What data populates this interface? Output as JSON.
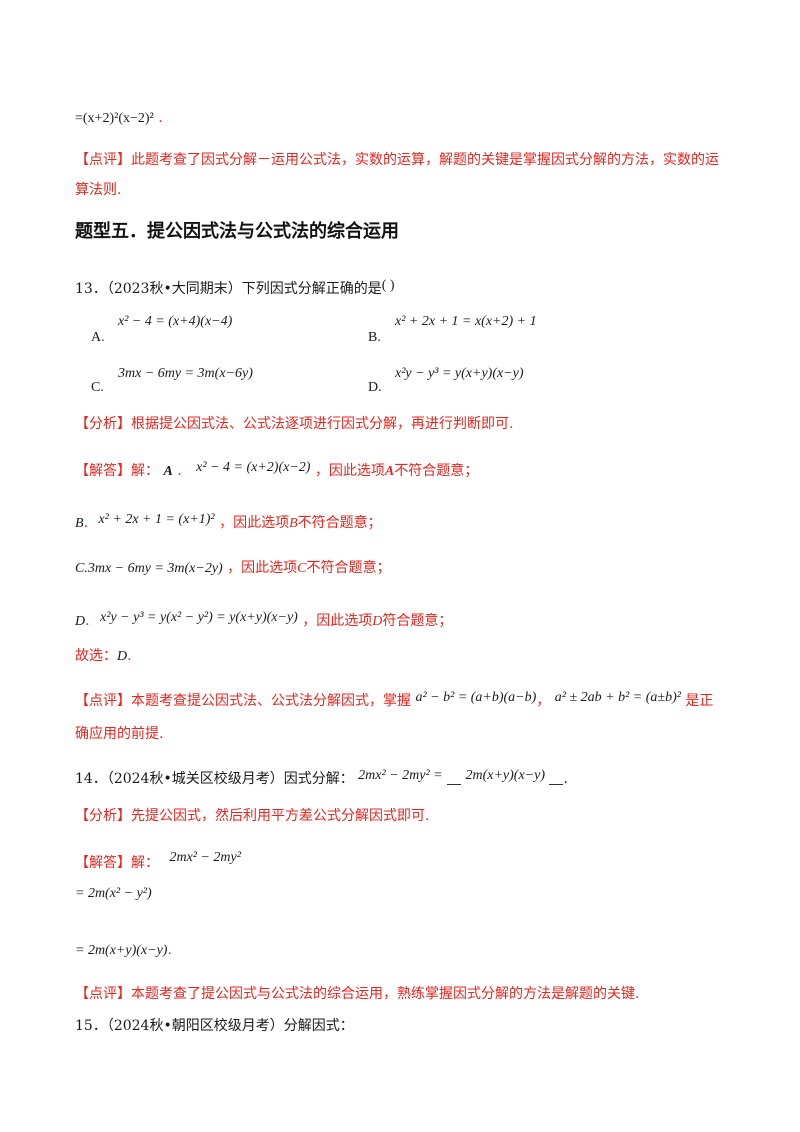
{
  "line_top_result": "=(x+2)²(x−2)²",
  "line_top_period": ".",
  "review1_tag": "【点评】",
  "review1_text_a": "此题考查了因式分解－运用公式法，实数的运算，解题的关键是掌握因式分解的方法，实数的运",
  "review1_text_b": "算法则.",
  "section_title": "题型五．提公因式法与公式法的综合运用",
  "q13": {
    "stem": "13．（2023秋•大同期末）下列因式分解正确的是",
    "paren": "(        )",
    "options": [
      {
        "label": "A.",
        "expr": "x² − 4 = (x+4)(x−4)"
      },
      {
        "label": "B.",
        "expr": "x² + 2x + 1 = x(x+2) + 1"
      },
      {
        "label": "C.",
        "expr": "3mx − 6my = 3m(x−6y)"
      },
      {
        "label": "D.",
        "expr": "x²y − y³ = y(x+y)(x−y)"
      }
    ],
    "analysis_tag": "【分析】",
    "analysis_text": "根据提公因式法、公式法逐项进行因式分解，再进行判断即可.",
    "answer_tag": "【解答】",
    "answer_lead": "解：",
    "lines": [
      {
        "prefix": "A",
        "expr": "x² − 4 = (x+2)(x−2)",
        "text_a": "，因此选项",
        "opt": "A",
        "text_b": "不符合题意；"
      },
      {
        "prefix": "B",
        "expr": "x² + 2x + 1 = (x+1)²",
        "text_a": "，因此选项",
        "opt": "B",
        "text_b": "不符合题意；"
      },
      {
        "prefix": "C.",
        "expr": "3mx − 6my = 3m(x−2y)",
        "text_a": "，因此选项",
        "opt": "C",
        "text_b": "不符合题意；"
      },
      {
        "prefix": "D",
        "expr": "x²y − y³ = y(x² − y²) = y(x+y)(x−y)",
        "text_a": "，因此选项",
        "opt": "D",
        "text_b": "符合题意；"
      }
    ],
    "choose_text": "故选：",
    "choose_value": "D",
    "review_tag": "【点评】",
    "review_a": "本题考查提公因式法、公式法分解因式，掌握",
    "review_f1": "a² − b² = (a+b)(a−b)",
    "review_f2": "a² ± 2ab + b² = (a±b)²",
    "review_b": "是正",
    "review_c": "确应用的前提."
  },
  "q14": {
    "stem": "14．（2024秋•城关区校级月考）因式分解：",
    "expr": "2mx² − 2my² =",
    "answer": "2m(x+y)(x−y)",
    "analysis_tag": "【分析】",
    "analysis_text": "先提公因式，然后利用平方差公式分解因式即可.",
    "answer_tag": "【解答】",
    "answer_lead": "解：",
    "steps": [
      "2mx² − 2my²",
      "= 2m(x² − y²)",
      "= 2m(x+y)(x−y)"
    ],
    "review_tag": "【点评】",
    "review_text": "本题考查了提公因式与公式法的综合运用，熟练掌握因式分解的方法是解题的关键."
  },
  "q15": {
    "stem": "15．（2024秋•朝阳区校级月考）分解因式："
  }
}
